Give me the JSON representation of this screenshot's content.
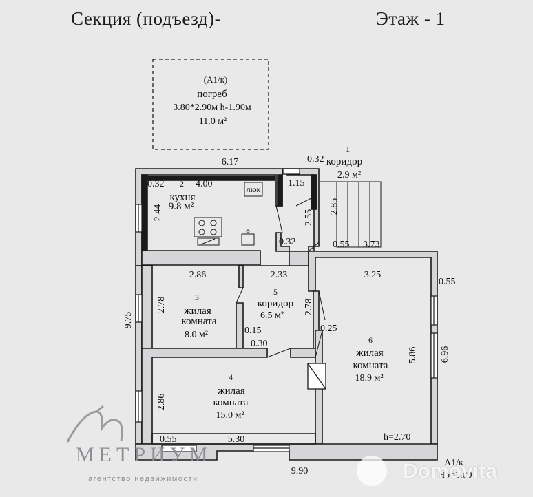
{
  "header": {
    "section": "Секция (подъезд)-",
    "floor": "Этаж - 1"
  },
  "cellar": {
    "code": "(А1/к)",
    "name": "погреб",
    "dims": "3.80*2.90м h-1.90м",
    "area": "11.0 м²"
  },
  "rooms": {
    "corridor1": {
      "num": "1",
      "name": "коридор",
      "area": "2.9 м²"
    },
    "kitchen": {
      "num": "2",
      "name": "кухня",
      "area": "9.8 м²",
      "hatch": "люк"
    },
    "room3": {
      "num": "3",
      "name1": "жилая",
      "name2": "комната",
      "area": "8.0 м²"
    },
    "room4": {
      "num": "4",
      "name1": "жилая",
      "name2": "комната",
      "area": "15.0 м²"
    },
    "corridor5": {
      "num": "5",
      "name": "коридор",
      "area": "6.5 м²"
    },
    "room6": {
      "num": "6",
      "name1": "жилая",
      "name2": "комната",
      "area": "18.9 м²"
    }
  },
  "dims": {
    "d617": "6.17",
    "d032a": "0.32",
    "d032b": "0.32",
    "d032c": "0.32",
    "d400": "4.00",
    "d115": "1.15",
    "d244": "2.44",
    "d255": "2.55",
    "d285": "2.85",
    "d055a": "0.55",
    "d373": "3.73",
    "d286a": "2.86",
    "d233": "2.33",
    "d325": "3.25",
    "d055b": "0.55",
    "d278a": "2.78",
    "d278b": "2.78",
    "d975": "9.75",
    "d015": "0.15",
    "d030": "0.30",
    "d025": "0.25",
    "d586": "5.86",
    "d696": "6.96",
    "d286b": "2.86",
    "d055c": "0.55",
    "d530": "5.30",
    "d990": "9.90",
    "h270": "h=2.70"
  },
  "corner": {
    "code": "А1/к",
    "height": "Но=3.00"
  },
  "watermarks": {
    "brand": "МЕТРИУМ",
    "agency": "агентство недвижимости",
    "site": "Domovita"
  }
}
